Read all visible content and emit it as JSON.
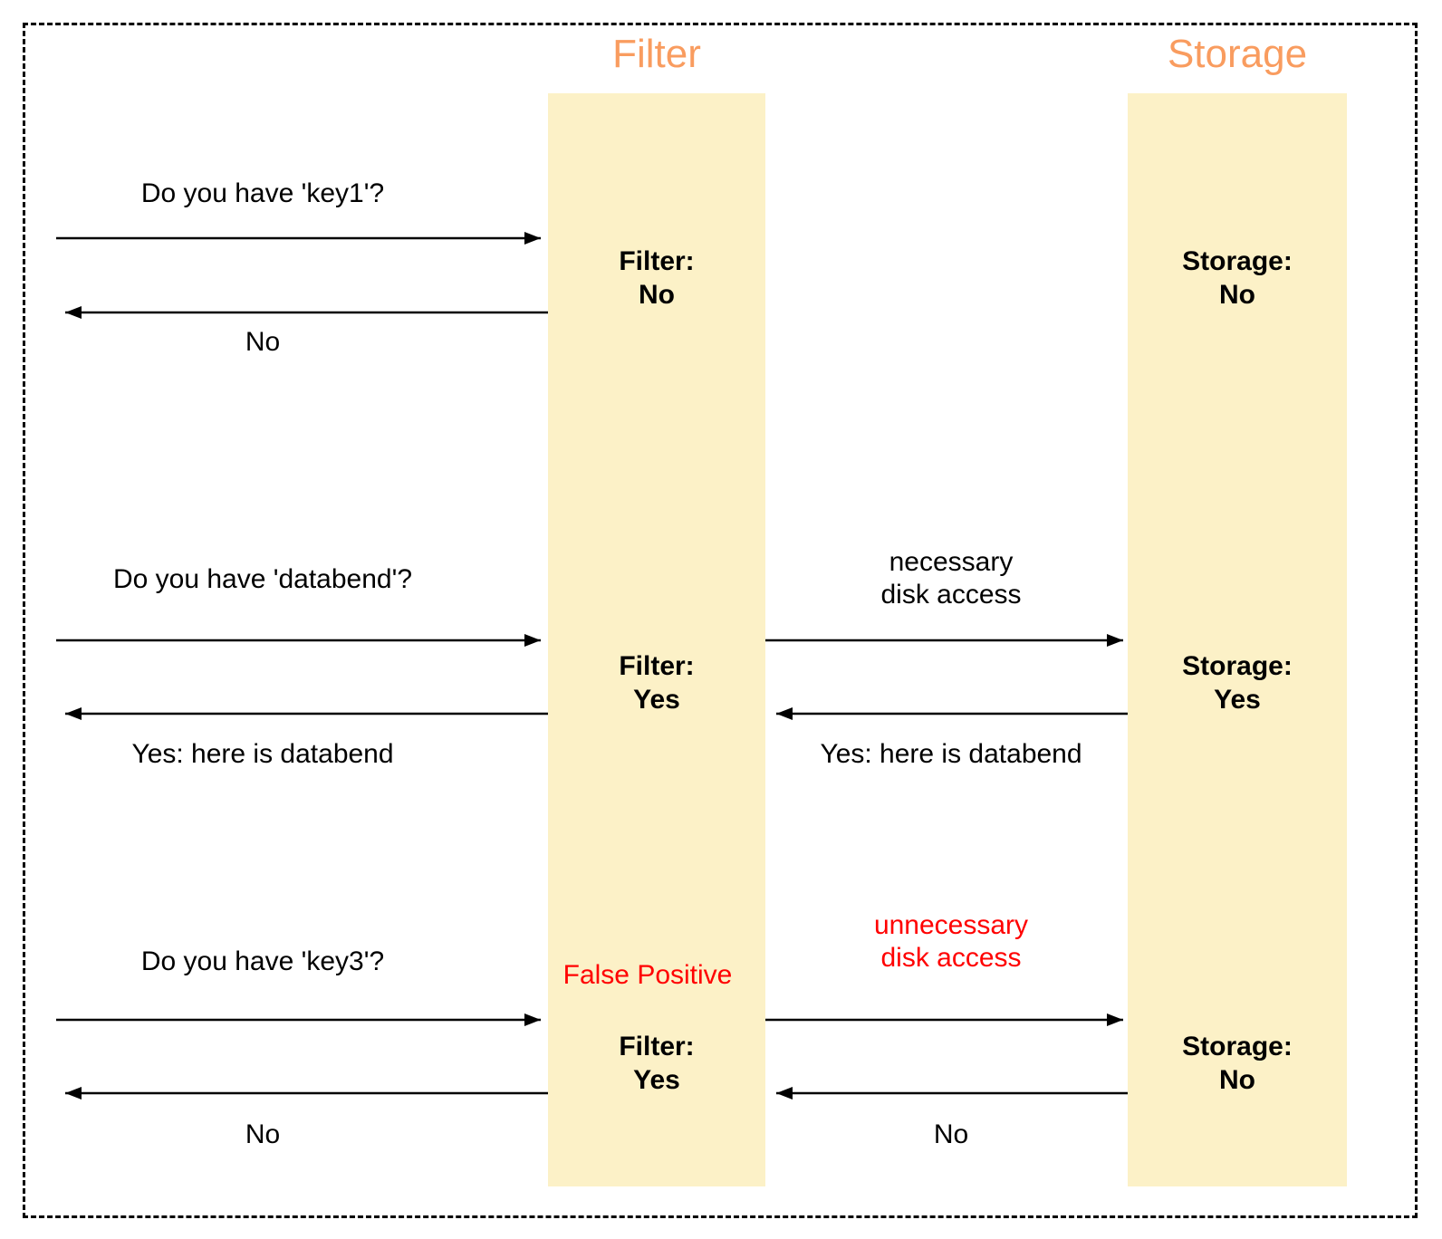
{
  "diagram": {
    "title_filter": "Filter",
    "title_storage": "Storage"
  },
  "colors": {
    "lane_fill": "#FCF1C7",
    "header_text": "#F99C5F",
    "alert_text": "#FF0000",
    "line": "#000000"
  },
  "scenarios": [
    {
      "name": "key1",
      "request": "Do you have 'key1'?",
      "client_reply": "No",
      "filter_result_label": "Filter:",
      "filter_result_value": "No",
      "storage_result_label": "Storage:",
      "storage_result_value": "No"
    },
    {
      "name": "databend",
      "request": "Do you have 'databend'?",
      "client_reply": "Yes: here is databend",
      "filter_result_label": "Filter:",
      "filter_result_value": "Yes",
      "disk_note_line1": "necessary",
      "disk_note_line2": "disk access",
      "storage_reply": "Yes: here is databend",
      "storage_result_label": "Storage:",
      "storage_result_value": "Yes"
    },
    {
      "name": "key3",
      "request": "Do you have 'key3'?",
      "client_reply": "No",
      "false_positive": "False Positive",
      "filter_result_label": "Filter:",
      "filter_result_value": "Yes",
      "disk_note_line1": "unnecessary",
      "disk_note_line2": "disk access",
      "storage_reply": "No",
      "storage_result_label": "Storage:",
      "storage_result_value": "No"
    }
  ]
}
